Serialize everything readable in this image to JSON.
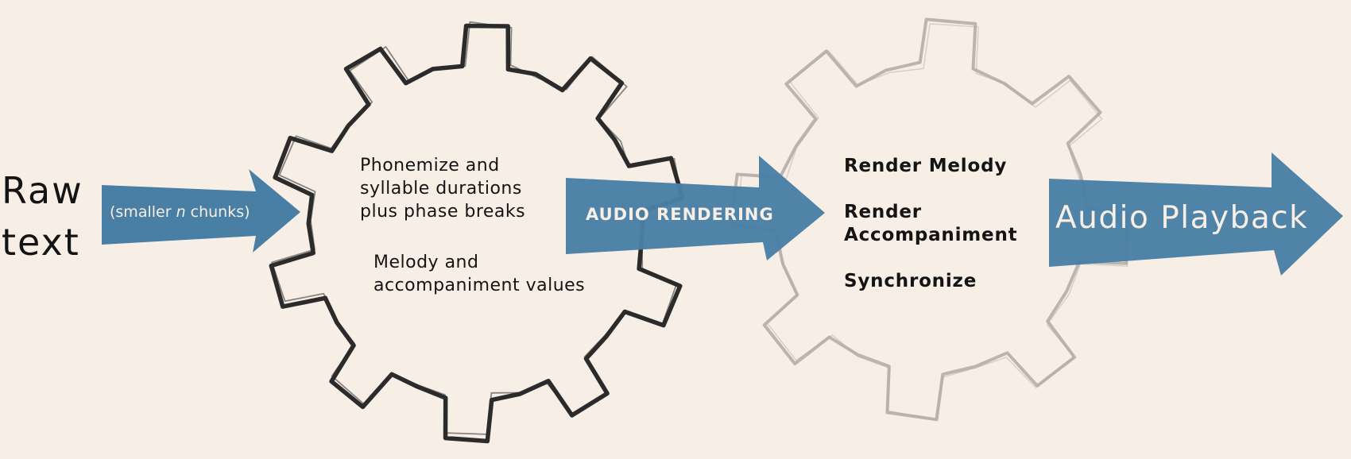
{
  "input_label": {
    "line1": "Raw",
    "line2": "text"
  },
  "chunk_arrow": {
    "prefix": "(smaller ",
    "emphasis": "n",
    "suffix": " chunks)"
  },
  "gear_1": {
    "item_1": [
      "Phonemize and",
      "syllable durations",
      "plus phase breaks"
    ],
    "item_2": [
      "Melody and",
      "accompaniment values"
    ]
  },
  "rendering_arrow": {
    "label": "AUDIO RENDERING"
  },
  "gear_2": {
    "item_1": "Render Melody",
    "item_2": [
      "Render",
      "Accompaniment"
    ],
    "item_3": "Synchronize"
  },
  "output_arrow": {
    "label": "Audio Playback"
  },
  "colors": {
    "background": "#f7efe6",
    "arrow": "#4a7fa5",
    "gear_1_outline": "#2b2b2b",
    "gear_2_outline": "#b0aaa3",
    "text": "#141414"
  },
  "icons": {
    "gear_1": "gear-icon",
    "gear_2": "gear-icon"
  }
}
